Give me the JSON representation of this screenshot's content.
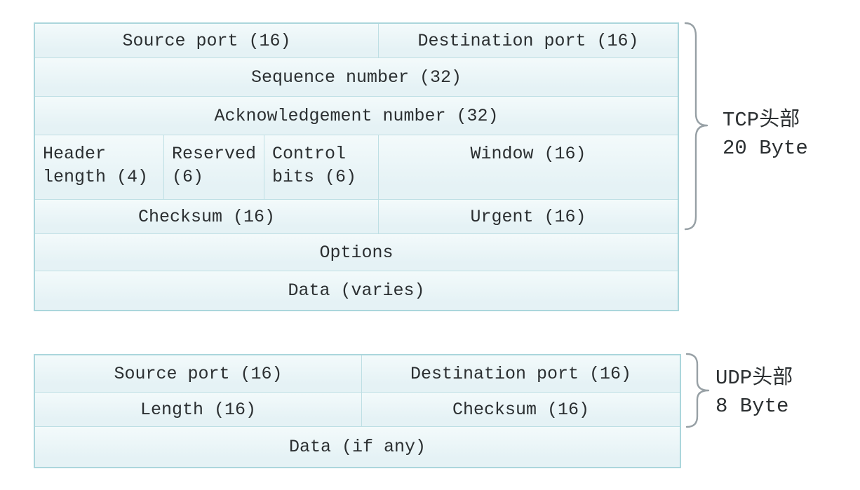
{
  "colors": {
    "page_bg": "#ffffff",
    "cell_bg_top": "#f3fafb",
    "cell_bg_bottom": "#e5f2f5",
    "cell_border": "#bedfe4",
    "table_border": "#abd6dc",
    "text": "#2b2f31",
    "brace": "#97a0a5"
  },
  "tcp": {
    "fields": {
      "source_port": "Source port (16)",
      "destination_port": "Destination port (16)",
      "sequence_number": "Sequence number (32)",
      "acknowledgement_number": "Acknowledgement number (32)",
      "header_length": "Header length (4)",
      "reserved": "Reserved (6)",
      "control_bits": "Control bits (6)",
      "window": "Window (16)",
      "checksum": "Checksum (16)",
      "urgent": "Urgent (16)",
      "options": "Options",
      "data": "Data (varies)"
    },
    "label": {
      "title": "TCP头部",
      "size": "20 Byte"
    }
  },
  "udp": {
    "fields": {
      "source_port": "Source port (16)",
      "destination_port": "Destination port (16)",
      "length": "Length (16)",
      "checksum": "Checksum (16)",
      "data": "Data (if any)"
    },
    "label": {
      "title": "UDP头部",
      "size": "8 Byte"
    }
  }
}
